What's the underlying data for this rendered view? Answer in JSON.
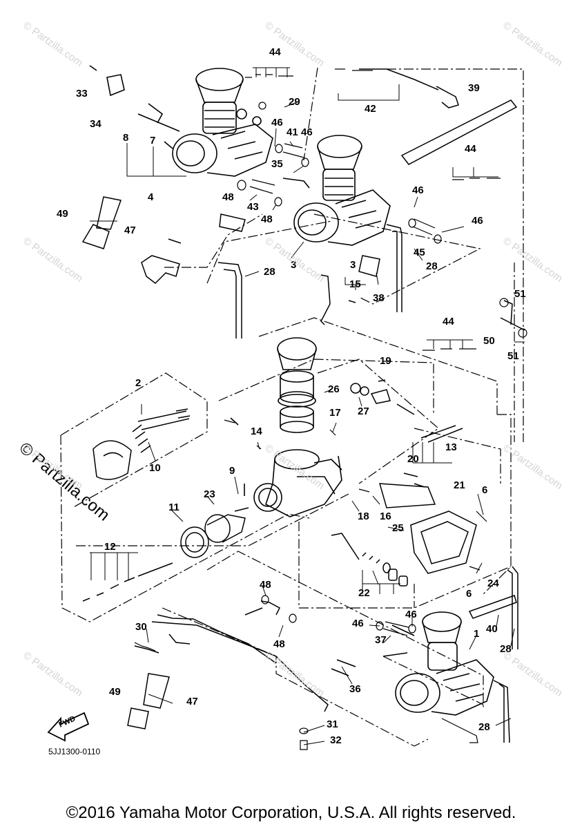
{
  "diagram": {
    "drawing_code": "5JJ1300-0110",
    "copyright": "©2016 Yamaha Motor Corporation, U.S.A. All rights reserved.",
    "brand_watermark": "© Partzilla.com",
    "faint_watermark": "© Partzilla.com",
    "fwd_label": "FWD",
    "callouts": [
      "44",
      "33",
      "34",
      "29",
      "46",
      "41",
      "46",
      "42",
      "39",
      "8",
      "7",
      "4",
      "35",
      "44",
      "49",
      "47",
      "48",
      "43",
      "48",
      "46",
      "46",
      "45",
      "3",
      "28",
      "3",
      "15",
      "38",
      "28",
      "51",
      "50",
      "51",
      "44",
      "2",
      "26",
      "19",
      "27",
      "17",
      "14",
      "10",
      "9",
      "13",
      "20",
      "21",
      "23",
      "11",
      "18",
      "16",
      "6",
      "25",
      "12",
      "24",
      "22",
      "6",
      "48",
      "46",
      "46",
      "40",
      "37",
      "30",
      "1",
      "48",
      "28",
      "36",
      "49",
      "47",
      "31",
      "32",
      "28"
    ]
  }
}
